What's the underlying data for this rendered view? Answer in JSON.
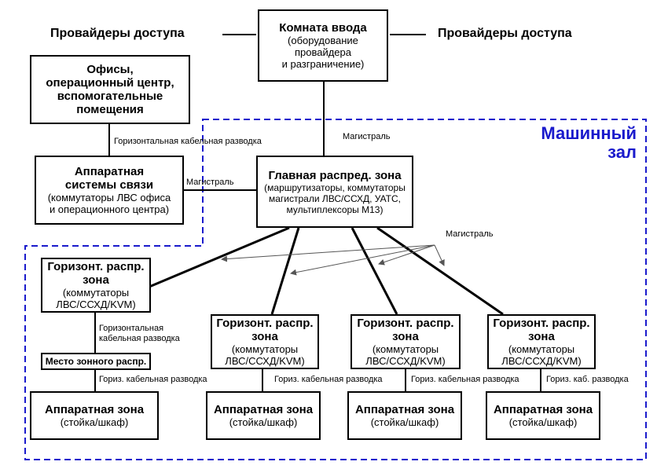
{
  "providers_left": "Провайдеры доступа",
  "providers_right": "Провайдеры доступа",
  "zone_label": "Машинный\nзал",
  "colors": {
    "zone_border": "#1a1acc",
    "zone_text": "#1a1acc"
  },
  "nodes": {
    "entrance": {
      "title": "Комната ввода",
      "sub": "(оборудование\nпровайдера\nи разграничение)"
    },
    "offices": {
      "title": "Офисы,\nоперационный центр,\nвспомогательные\nпомещения"
    },
    "telecom": {
      "title": "Аппаратная\nсистемы связи",
      "sub": "(коммутаторы ЛВС офиса\nи операционного центра)"
    },
    "mda": {
      "title": "Главная распред. зона",
      "sub": "(маршрутизаторы, коммутаторы\nмагистрали ЛВС/ССХД, УАТС,\nмультиплексоры М13)"
    },
    "hda1": {
      "title": "Горизонт. распр.\nзона",
      "sub": "(коммутаторы\nЛВС/ССХД/KVM)"
    },
    "hda2": {
      "title": "Горизонт. распр.\nзона",
      "sub": "(коммутаторы\nЛВС/ССХД/KVM)"
    },
    "hda3": {
      "title": "Горизонт. распр.\nзона",
      "sub": "(коммутаторы\nЛВС/ССХД/KVM)"
    },
    "hda4": {
      "title": "Горизонт. распр.\nзона",
      "sub": "(коммутаторы\nЛВС/ССХД/KVM)"
    },
    "zda": {
      "title": "Место зонного распр."
    },
    "eda1": {
      "title": "Аппаратная зона",
      "sub": "(стойка/шкаф)"
    },
    "eda2": {
      "title": "Аппаратная зона",
      "sub": "(стойка/шкаф)"
    },
    "eda3": {
      "title": "Аппаратная зона",
      "sub": "(стойка/шкаф)"
    },
    "eda4": {
      "title": "Аппаратная зона",
      "sub": "(стойка/шкаф)"
    }
  },
  "labels": {
    "backbone_entrance": "Магистраль",
    "horizontal_offices": "Горизонтальная кабельная разводка",
    "backbone_telecom": "Магистраль",
    "backbone_hda": "Магистраль",
    "horizontal_hda1": "Горизонтальная\nкабельная разводка",
    "horiz_zda": "Гориз. кабельная разводка",
    "horiz_hda2": "Гориз. кабельная разводка",
    "horiz_hda3": "Гориз. кабельная разводка",
    "horiz_hda4": "Гориз. каб. разводка"
  }
}
